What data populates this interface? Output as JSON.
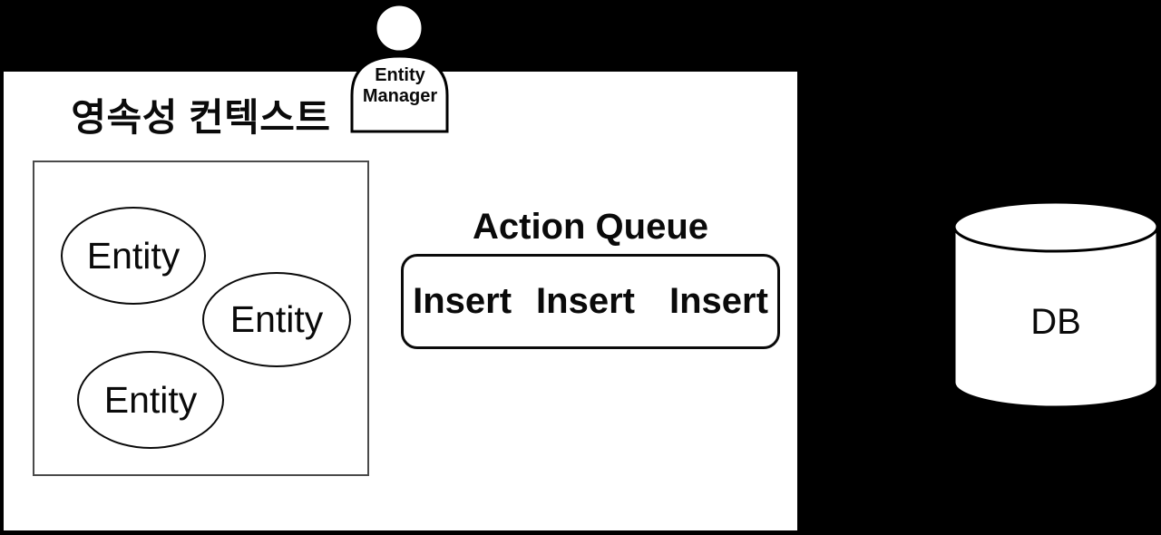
{
  "diagram": {
    "persistence_context": {
      "title": "영속성 컨텍스트",
      "entities": [
        {
          "label": "Entity"
        },
        {
          "label": "Entity"
        },
        {
          "label": "Entity"
        }
      ]
    },
    "entity_manager": {
      "label": "Entity\nManager"
    },
    "action_queue": {
      "title": "Action Queue",
      "items": [
        "Insert",
        "Insert",
        "Insert"
      ]
    },
    "database": {
      "label": "DB"
    }
  },
  "colors": {
    "background": "#000000",
    "panel": "#ffffff",
    "ink": "#0a0a0a"
  }
}
